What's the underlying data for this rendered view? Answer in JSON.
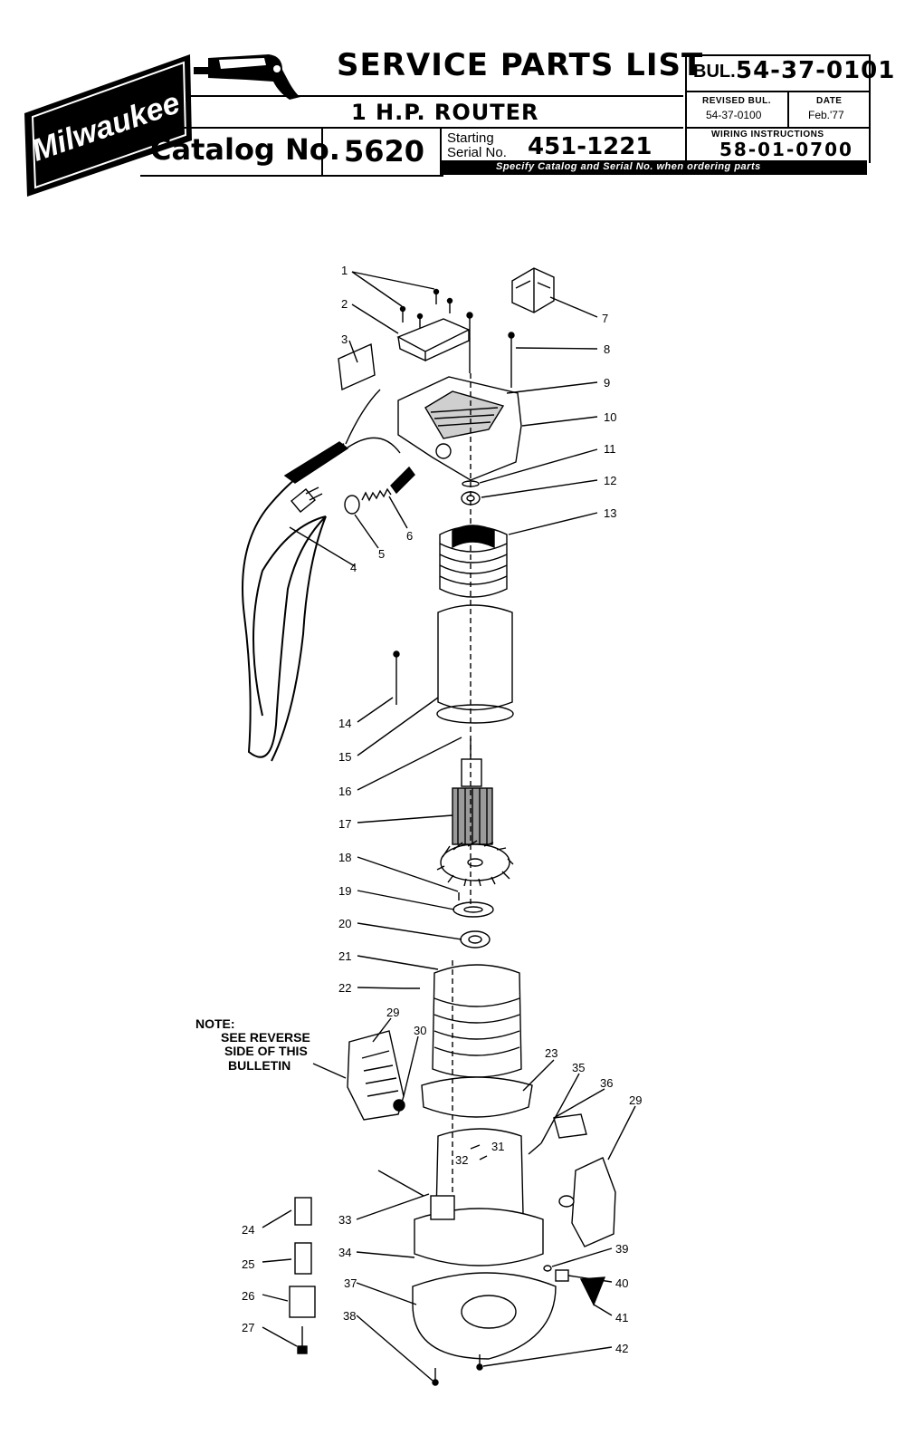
{
  "header": {
    "brand": "Milwaukee",
    "title": "SERVICE PARTS LIST",
    "subtitle": "1 H.P. ROUTER",
    "catalog_label": "Catalog No.",
    "catalog_number": "5620",
    "serial_label_1": "Starting",
    "serial_label_2": "Serial No.",
    "serial_number": "451-1221",
    "order_note": "Specify Catalog and Serial No. when ordering parts",
    "bulletin_prefix": "BUL.",
    "bulletin_number": "54-37-0101",
    "revised_label": "REVISED BUL.",
    "revised_value": "54-37-0100",
    "date_label": "DATE",
    "date_value": "Feb.'77",
    "wiring_label": "WIRING INSTRUCTIONS",
    "wiring_value": "58-01-0700"
  },
  "note": {
    "line1": "NOTE:",
    "line2": "SEE REVERSE",
    "line3": "SIDE OF THIS",
    "line4": "BULLETIN"
  },
  "callouts": [
    "1",
    "2",
    "3",
    "4",
    "5",
    "6",
    "7",
    "8",
    "9",
    "10",
    "11",
    "12",
    "13",
    "14",
    "15",
    "16",
    "17",
    "18",
    "19",
    "20",
    "21",
    "22",
    "23",
    "24",
    "25",
    "26",
    "27",
    "29",
    "30",
    "31",
    "32",
    "33",
    "34",
    "35",
    "36",
    "29",
    "37",
    "38",
    "39",
    "40",
    "41",
    "42"
  ],
  "colors": {
    "ink": "#000000",
    "paper": "#ffffff",
    "shade": "#9a9a9a"
  }
}
